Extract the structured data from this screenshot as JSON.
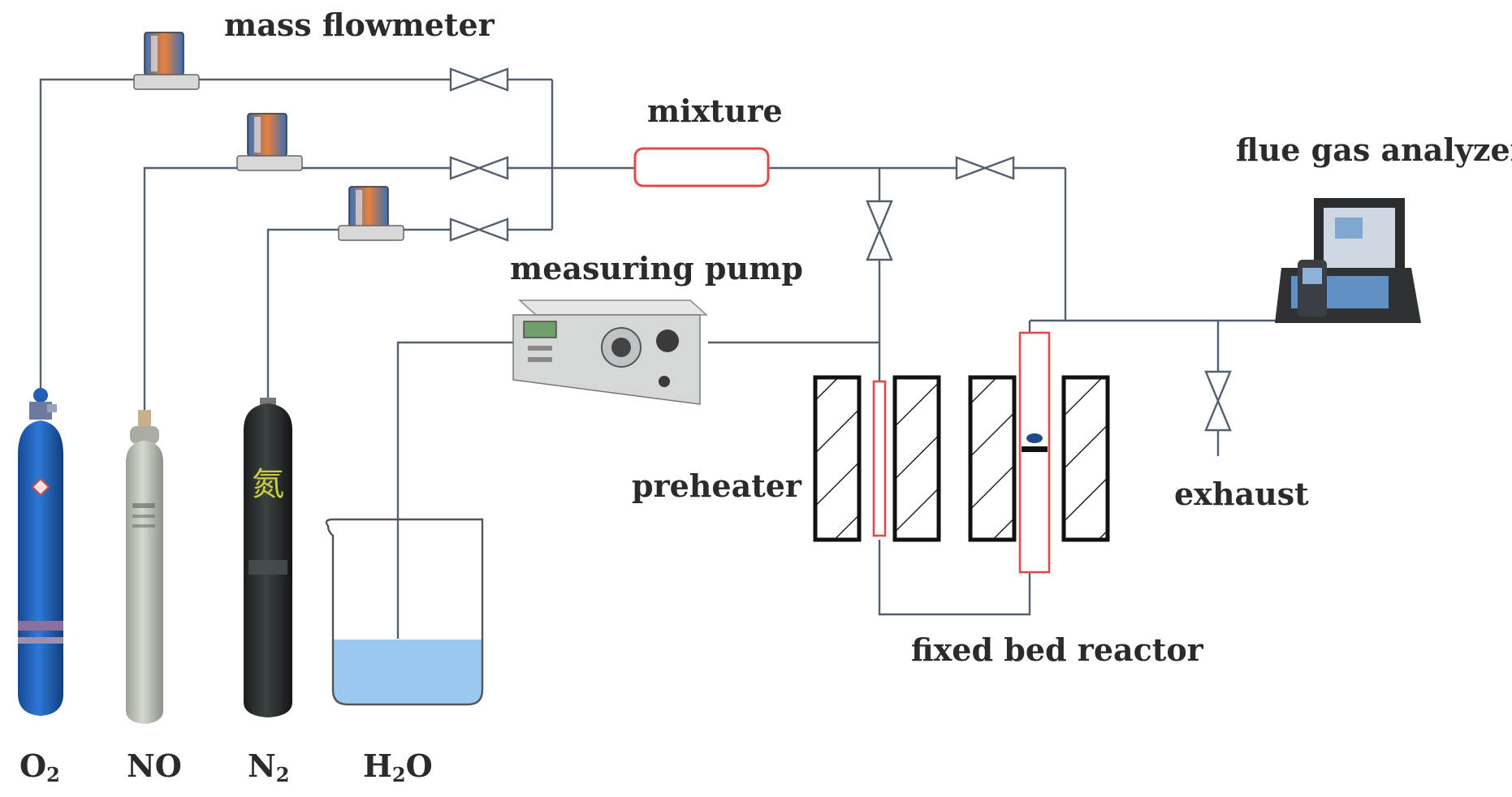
{
  "labels": {
    "mass_flowmeter": "mass flowmeter",
    "mixture": "mixture",
    "flue_gas_analyzer": "flue gas analyzer",
    "measuring_pump": "measuring pump",
    "preheater": "preheater",
    "exhaust": "exhaust",
    "fixed_bed_reactor": "fixed bed reactor"
  },
  "gases": {
    "o2": {
      "base": "O",
      "sub": "2"
    },
    "no": {
      "base": "NO"
    },
    "n2": {
      "base": "N",
      "sub": "2"
    },
    "h2o": {
      "base": "H",
      "sub": "2",
      "tail": "O"
    }
  },
  "cylinder_glyph": "氮",
  "colors": {
    "pipe": "#55606e",
    "heater_red": "#e04a4a",
    "o2_cylinder": "#1f5fb6",
    "no_cylinder": "#b9bcb3",
    "n2_cylinder": "#2b3030",
    "water": "#9ac8ee"
  }
}
